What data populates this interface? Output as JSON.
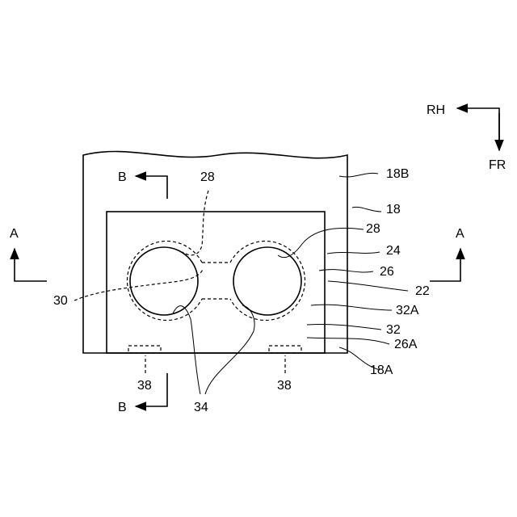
{
  "figure": {
    "background": "#ffffff",
    "line_color": "#000000",
    "labels": {
      "rh": "RH",
      "fr": "FR",
      "a_left": "A",
      "a_right": "A",
      "b_top": "B",
      "b_bottom": "B",
      "l18B": "18B",
      "l18": "18",
      "l28_top": "28",
      "l28_right": "28",
      "l24": "24",
      "l26": "26",
      "l22": "22",
      "l32A": "32A",
      "l32": "32",
      "l26A": "26A",
      "l18A": "18A",
      "l30": "30",
      "l38_left": "38",
      "l38_right": "38",
      "l34": "34"
    }
  }
}
